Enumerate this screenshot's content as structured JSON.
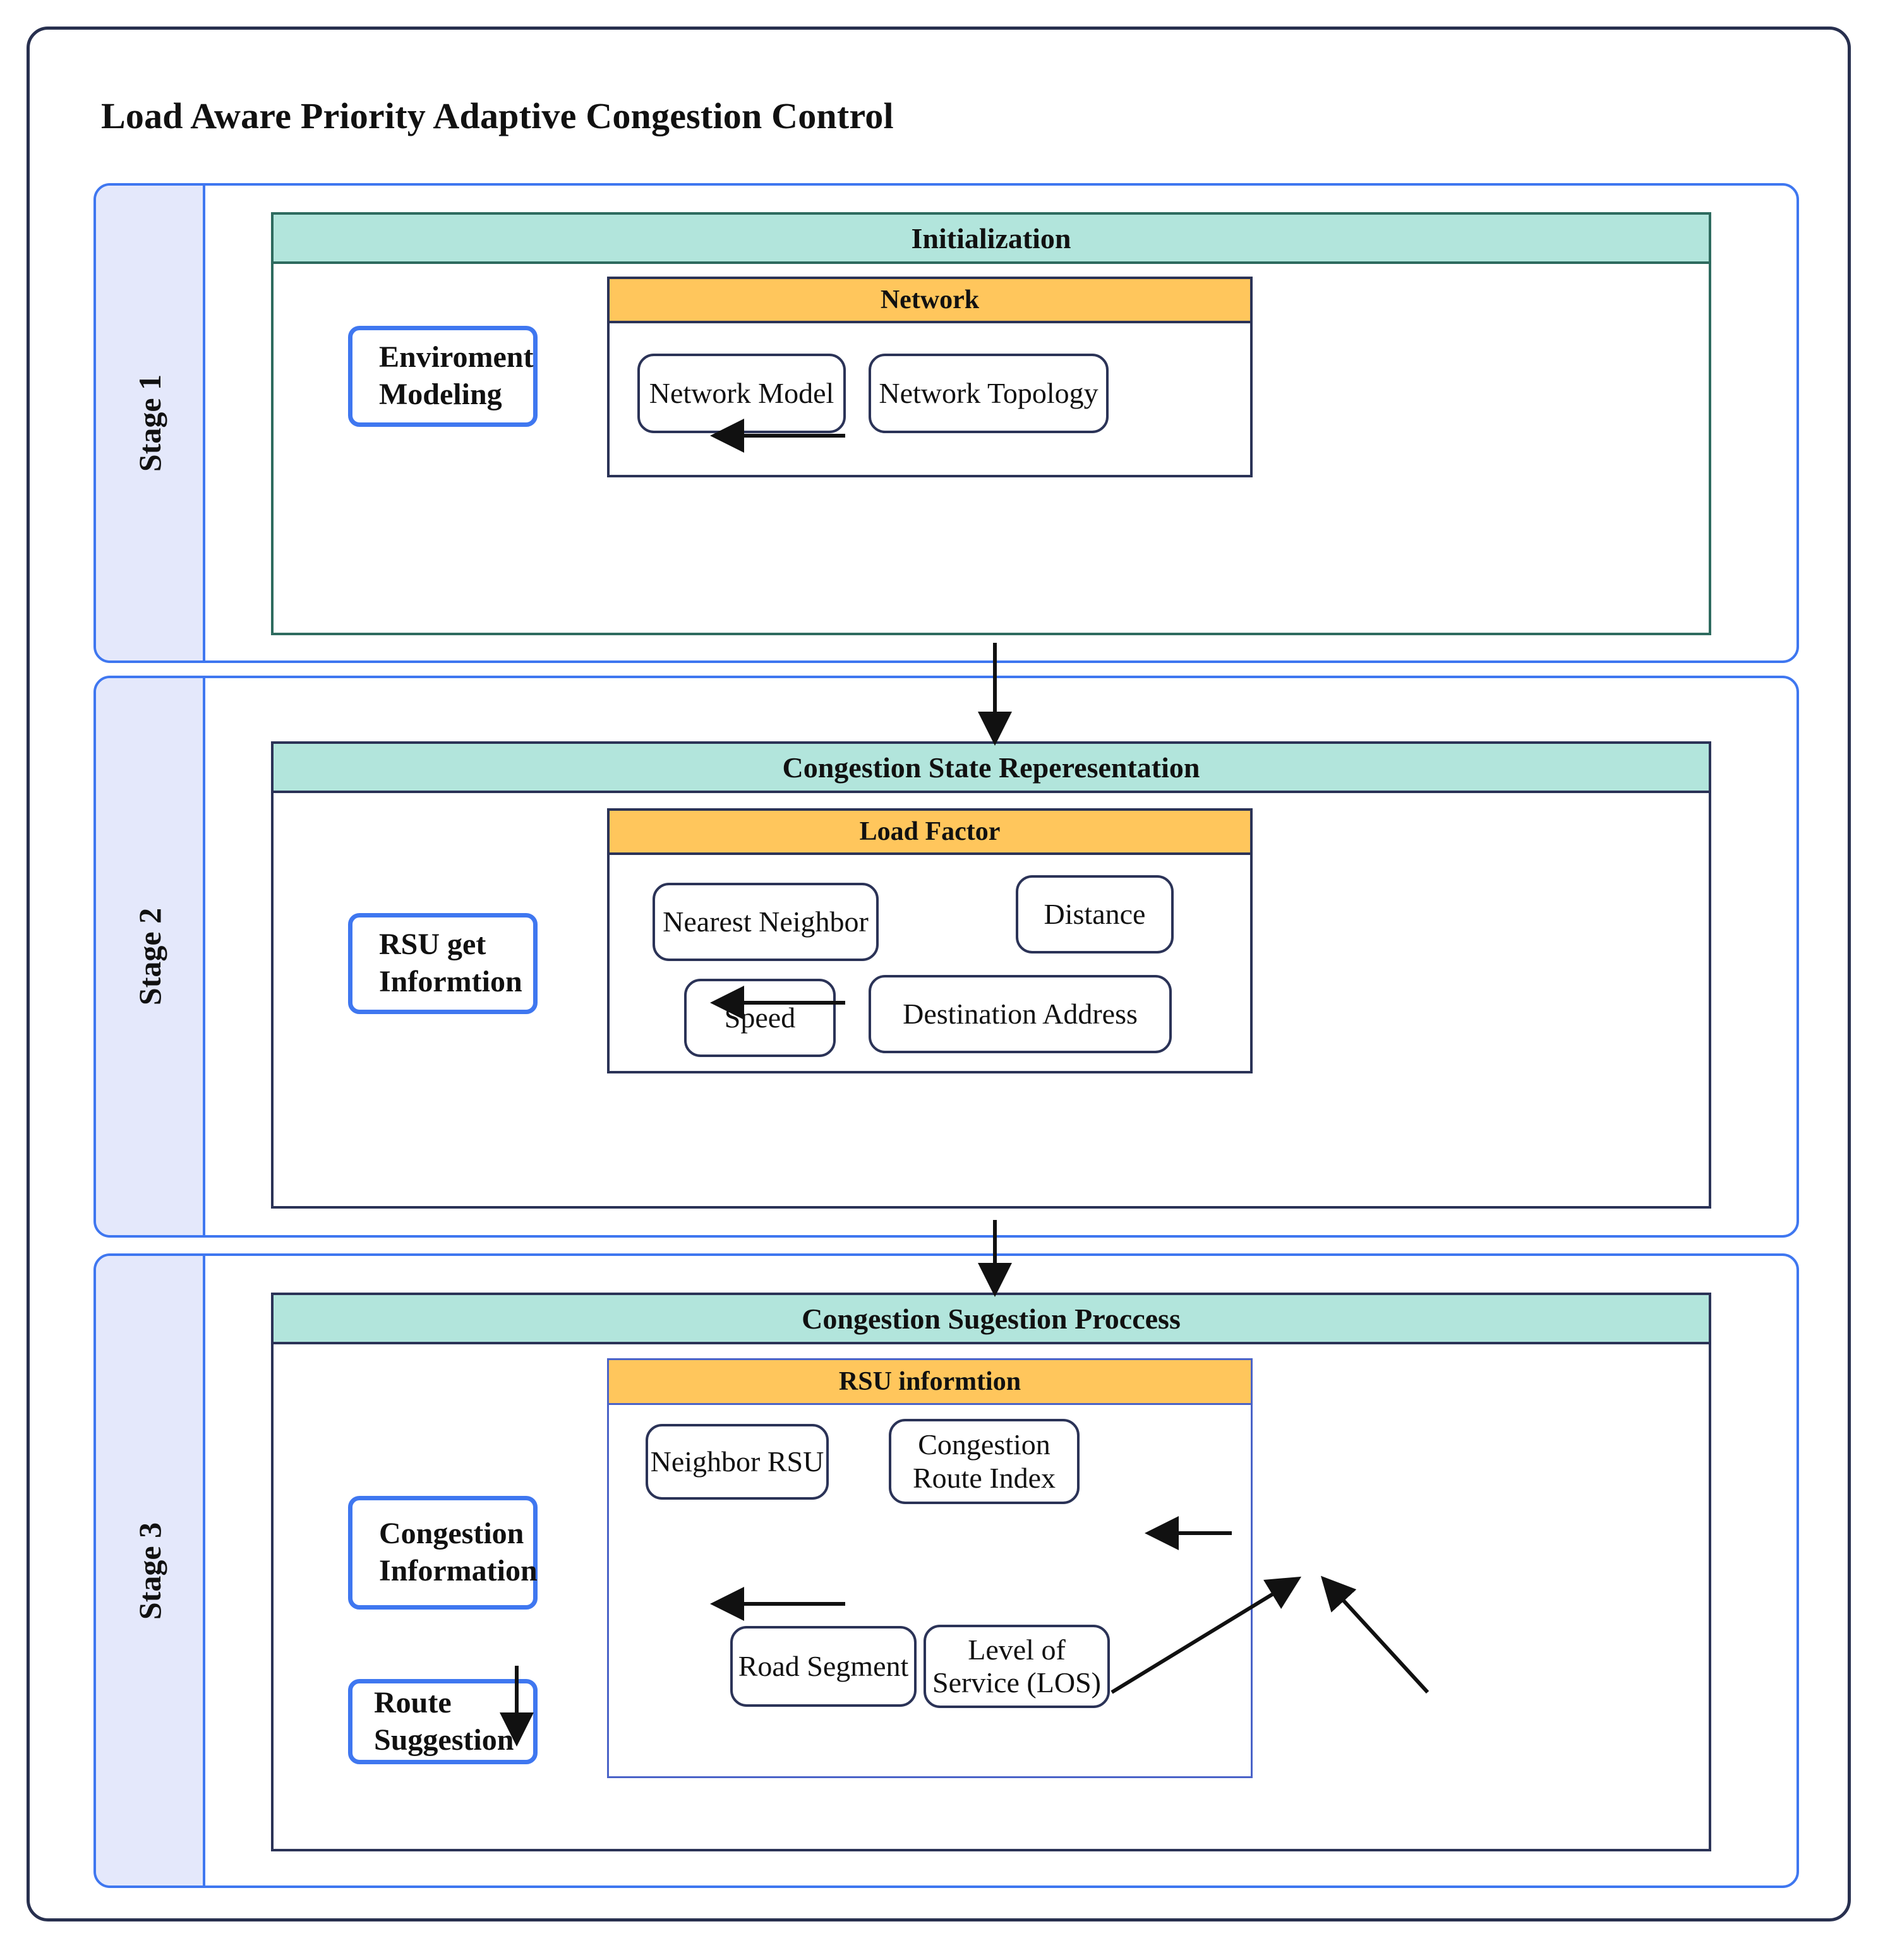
{
  "diagram": {
    "title": "Load Aware Priority Adaptive Congestion Control"
  },
  "colors": {
    "outer_border": "#28304f",
    "stage_border": "#3f77f0",
    "stage_tab_fill": "#e4e8fb",
    "panel_header_fill": "#b2e5dc",
    "subgroup_header_fill": "#ffc65c",
    "process_box_border": "#3f77f0",
    "leaf_border": "#2b3357",
    "arrow": "#111111"
  },
  "stages": [
    {
      "label": "Stage 1",
      "panel_title": "Initialization",
      "process_box": "Enviroment Modeling",
      "subgroup_title": "Network",
      "leaves": [
        "Network Model",
        "Network Topology"
      ]
    },
    {
      "label": "Stage 2",
      "panel_title": "Congestion State Reperesentation",
      "process_box": "RSU get Informtion",
      "subgroup_title": "Load Factor",
      "leaves": [
        "Nearest Neighbor",
        "Distance",
        "Speed",
        "Destination Address"
      ]
    },
    {
      "label": "Stage 3",
      "panel_title": "Congestion Sugestion Proccess",
      "process_box": "Congestion Information",
      "process_box_2": "Route Suggestion",
      "subgroup_title": "RSU informtion",
      "leaves": [
        "Neighbor RSU",
        "Congestion Route  Index",
        "Road Segment",
        "Level of Service (LOS)"
      ]
    }
  ],
  "connections": [
    {
      "from": "Network",
      "to": "Enviroment Modeling",
      "direction": "left"
    },
    {
      "from": "Initialization",
      "to": "Congestion State Reperesentation",
      "direction": "down"
    },
    {
      "from": "Load Factor",
      "to": "RSU get Informtion",
      "direction": "left"
    },
    {
      "from": "Congestion State Reperesentation",
      "to": "Congestion Sugestion Proccess",
      "direction": "down"
    },
    {
      "from": "RSU informtion",
      "to": "Congestion Information",
      "direction": "left"
    },
    {
      "from": "Congestion Information",
      "to": "Route Suggestion",
      "direction": "down"
    },
    {
      "from": "Congestion Route  Index",
      "to": "Neighbor RSU",
      "direction": "left"
    },
    {
      "from": "Road Segment",
      "to": "Congestion Route  Index",
      "direction": "up-right"
    },
    {
      "from": "Level of Service (LOS)",
      "to": "Congestion Route  Index",
      "direction": "up-left"
    }
  ]
}
